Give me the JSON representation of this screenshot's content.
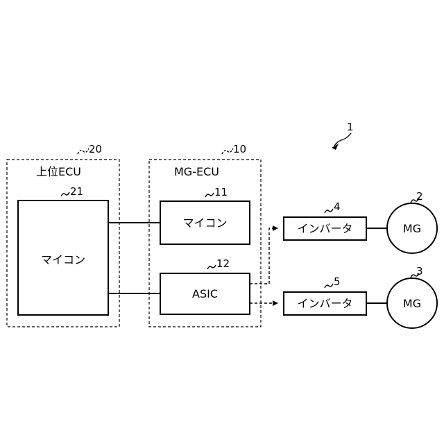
{
  "system": {
    "ref": "1"
  },
  "upper_ecu": {
    "ref": "20",
    "title": "上位ECU",
    "microcomputer": {
      "ref": "21",
      "label": "マイコン"
    }
  },
  "mg_ecu": {
    "ref": "10",
    "title": "MG-ECU",
    "microcomputer": {
      "ref": "11",
      "label": "マイコン"
    },
    "asic": {
      "ref": "12",
      "label": "ASIC"
    }
  },
  "inverters": [
    {
      "ref": "4",
      "label": "インバータ"
    },
    {
      "ref": "5",
      "label": "インバータ"
    }
  ],
  "motor_generators": [
    {
      "ref": "2",
      "label": "MG"
    },
    {
      "ref": "3",
      "label": "MG"
    }
  ]
}
